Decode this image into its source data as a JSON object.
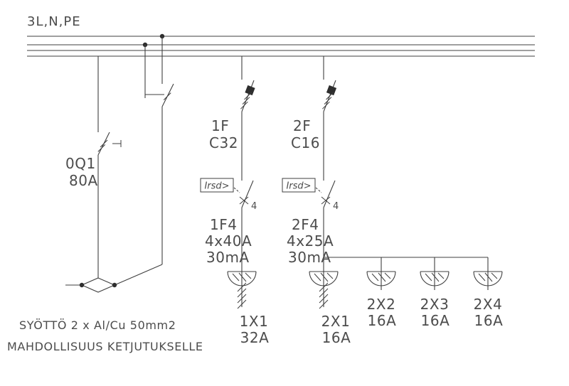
{
  "bus": {
    "label": "3L,N,PE"
  },
  "main_switch": {
    "ref": "0Q1",
    "rating": "80A"
  },
  "feeders": [
    {
      "breaker": {
        "ref": "1F",
        "curve": "C32"
      },
      "rcd": {
        "box_label": "Irsd>",
        "poles": "4",
        "ref": "1F4",
        "rating": "4x40A",
        "residual": "30mA"
      },
      "outlet": {
        "ref": "1X1",
        "rating": "32A"
      }
    },
    {
      "breaker": {
        "ref": "2F",
        "curve": "C16"
      },
      "rcd": {
        "box_label": "Irsd>",
        "poles": "4",
        "ref": "2F4",
        "rating": "4x25A",
        "residual": "30mA"
      },
      "outlet": {
        "ref": "2X1",
        "rating": "16A"
      }
    }
  ],
  "extra_outlets": [
    {
      "ref": "2X2",
      "rating": "16A"
    },
    {
      "ref": "2X3",
      "rating": "16A"
    },
    {
      "ref": "2X4",
      "rating": "16A"
    }
  ],
  "notes": {
    "supply": "SYÖTTÖ 2 x Al/Cu 50mm2",
    "chaining": "MAHDOLLISUUS KETJUTUKSELLE"
  }
}
